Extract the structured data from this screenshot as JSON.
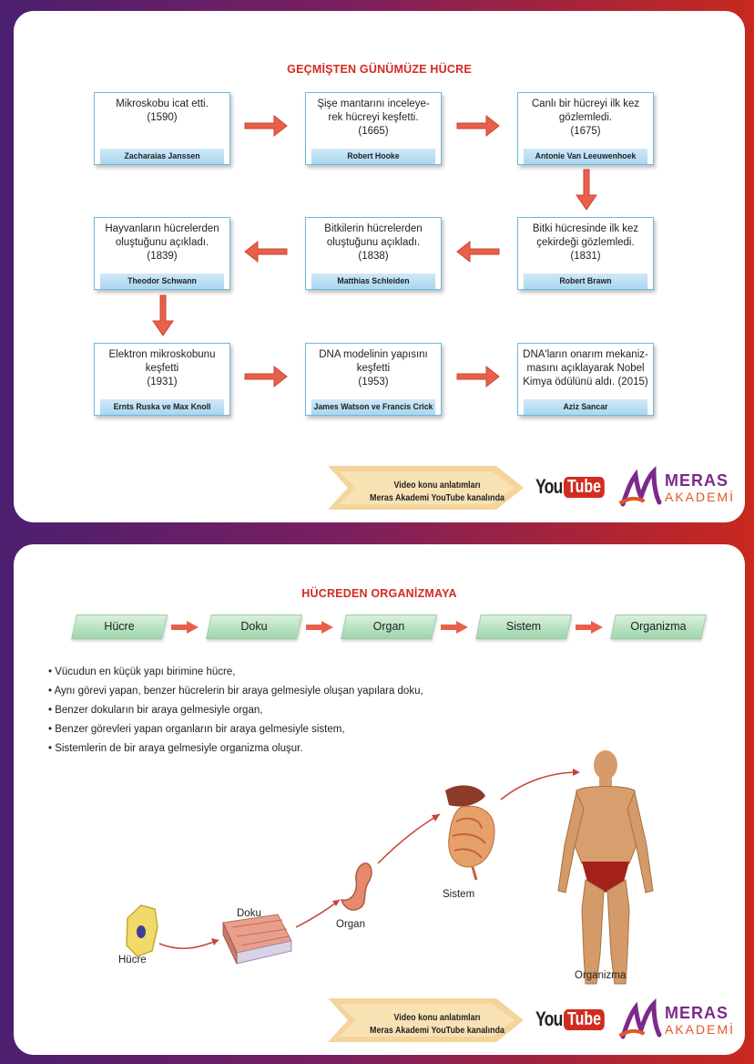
{
  "section1": {
    "title": "GEÇMİŞTEN GÜNÜMÜZE HÜCRE",
    "boxes": [
      {
        "text": "Mikroskobu icat etti.\n(1590)",
        "name": "Zacharaias Janssen"
      },
      {
        "text": "Şişe mantarını inceleye-\nrek hücreyi keşfetti.\n(1665)",
        "name": "Robert Hooke"
      },
      {
        "text": "Canlı bir hücreyi ilk kez\ngözlemledi.\n(1675)",
        "name": "Antonie Van Leeuwenhoek"
      },
      {
        "text": "Bitki hücresinde ilk kez\nçekirdeği gözlemledi.\n(1831)",
        "name": "Robert Brawn"
      },
      {
        "text": "Bitkilerin hücrelerden\noluştuğunu açıkladı.\n(1838)",
        "name": "Matthias Schleiden"
      },
      {
        "text": "Hayvanların hücrelerden\noluştuğunu açıkladı.\n(1839)",
        "name": "Theodor Schwann"
      },
      {
        "text": "Elektron mikroskobunu\nkeşfetti\n(1931)",
        "name": "Ernts Ruska ve Max Knoll"
      },
      {
        "text": "DNA modelinin yapısını\nkeşfetti\n(1953)",
        "name": "James Watson ve Francis Crick"
      },
      {
        "text": "DNA'ların onarım mekaniz-\nmasını açıklayarak Nobel\nKimya ödülünü aldı. (2015)",
        "name": "Aziz Sancar"
      }
    ]
  },
  "video_banner": {
    "line1": "Video konu anlatımları",
    "line2": "Meras Akademi YouTube kanalında",
    "youtube_you": "You",
    "youtube_tube": "Tube",
    "brand_top": "MERAS",
    "brand_bottom": "AKADEMİ"
  },
  "section2": {
    "title": "HÜCREDEN ORGANİZMAYA",
    "chain": [
      "Hücre",
      "Doku",
      "Organ",
      "Sistem",
      "Organizma"
    ],
    "bullets": [
      "Vücudun en küçük yapı birimine hücre,",
      "Aynı görevi yapan, benzer hücrelerin bir araya gelmesiyle oluşan yapılara doku,",
      "Benzer dokuların bir araya gelmesiyle organ,",
      "Benzer görevleri yapan organların bir araya gelmesiyle sistem,",
      "Sistemlerin de bir araya gelmesiyle organizma oluşur."
    ],
    "illustration_labels": {
      "cell": "Hücre",
      "tissue": "Doku",
      "organ": "Organ",
      "system": "Sistem",
      "organism": "Organizma"
    }
  },
  "colors": {
    "title_red": "#d32b1f",
    "box_border": "#6fb8e0",
    "arrow": "#e8604a",
    "chain_green": "#9ed6ab"
  }
}
